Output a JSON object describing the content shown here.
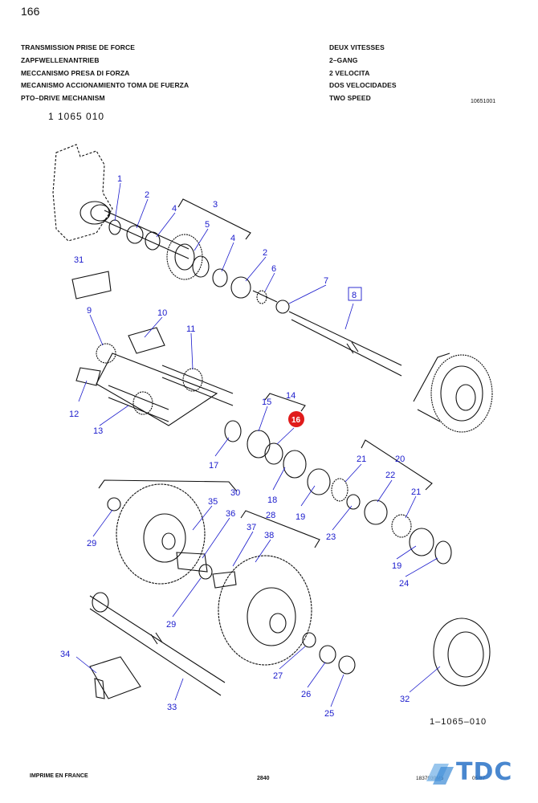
{
  "page_number": "166",
  "titles_left": [
    "TRANSMISSION PRISE DE FORCE",
    "ZAPFWELLENANTRIEB",
    "MECCANISMO PRESA DI FORZA",
    "MECANISMO ACCIONAMIENTO TOMA DE FUERZA",
    "PTO–DRIVE MECHANISM"
  ],
  "titles_right": [
    "DEUX VITESSES",
    "2–GANG",
    "2 VELOCITA",
    "DOS VELOCIDADES",
    "TWO SPEED"
  ],
  "ref_code": "10651001",
  "group_number": "1 1065 010",
  "drawing_ref": "1–1065–010",
  "callouts": [
    "1",
    "2",
    "3",
    "4",
    "5",
    "4",
    "2",
    "6",
    "7",
    "8",
    "31",
    "9",
    "10",
    "11",
    "12",
    "13",
    "15",
    "14",
    "16",
    "17",
    "18",
    "19",
    "21",
    "20",
    "22",
    "21",
    "23",
    "19",
    "24",
    "29",
    "35",
    "30",
    "36",
    "28",
    "37",
    "38",
    "29",
    "27",
    "26",
    "25",
    "32",
    "34",
    "33"
  ],
  "highlighted_callout": "16",
  "highlight_color": "#e01b1b",
  "callout_color": "#1a1acc",
  "footer": {
    "printed_in": "IMPRIME EN FRANCE",
    "page_code": "2840",
    "doc_code": "1837039M5",
    "date": "05/87"
  },
  "watermark": "TDC",
  "watermark_color": "#2a73c7"
}
